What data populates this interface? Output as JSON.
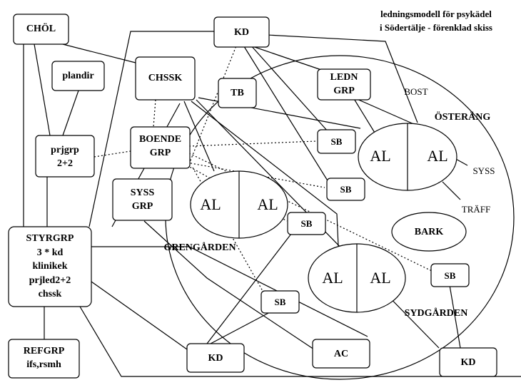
{
  "title": {
    "line1": "ledningsmodell för psykädel",
    "line2": "i Södertälje - förenklad skiss"
  },
  "boxes": {
    "chol": "CHÖL",
    "kd_top": "KD",
    "plandir": "plandir",
    "chssk": "CHSSK",
    "tb": "TB",
    "ledngrp": [
      "LEDN",
      "GRP"
    ],
    "prjgrp": [
      "prjgrp",
      "2+2"
    ],
    "boendegrp": [
      "BOENDE",
      "GRP"
    ],
    "sysgrp": [
      "SYSS",
      "GRP"
    ],
    "styrgrp": [
      "STYRGRP",
      "3 * kd",
      "klinikek",
      "prjled2+2",
      "chssk"
    ],
    "refgrp": [
      "REFGRP",
      "ifs,rsmh"
    ],
    "kd_bottom_left": "KD",
    "ac": "AC",
    "kd_bottom_right": "KD",
    "sb1": "SB",
    "sb2": "SB",
    "sb3": "SB",
    "sb4": "SB",
    "sb5": "SB"
  },
  "ellipses": {
    "osterang_left": "AL",
    "osterang_right": "AL",
    "grengarden_left": "AL",
    "grengarden_right": "AL",
    "sydgarden_left": "AL",
    "sydgarden_right": "AL",
    "bark": "BARK"
  },
  "labels": {
    "bost": "BOST",
    "osterang": "ÖSTERÄNG",
    "syss": "SYSS",
    "traff": "TRÄFF",
    "grengarden": "GRENGÅRDEN",
    "sydgarden": "SYDGÅRDEN"
  }
}
